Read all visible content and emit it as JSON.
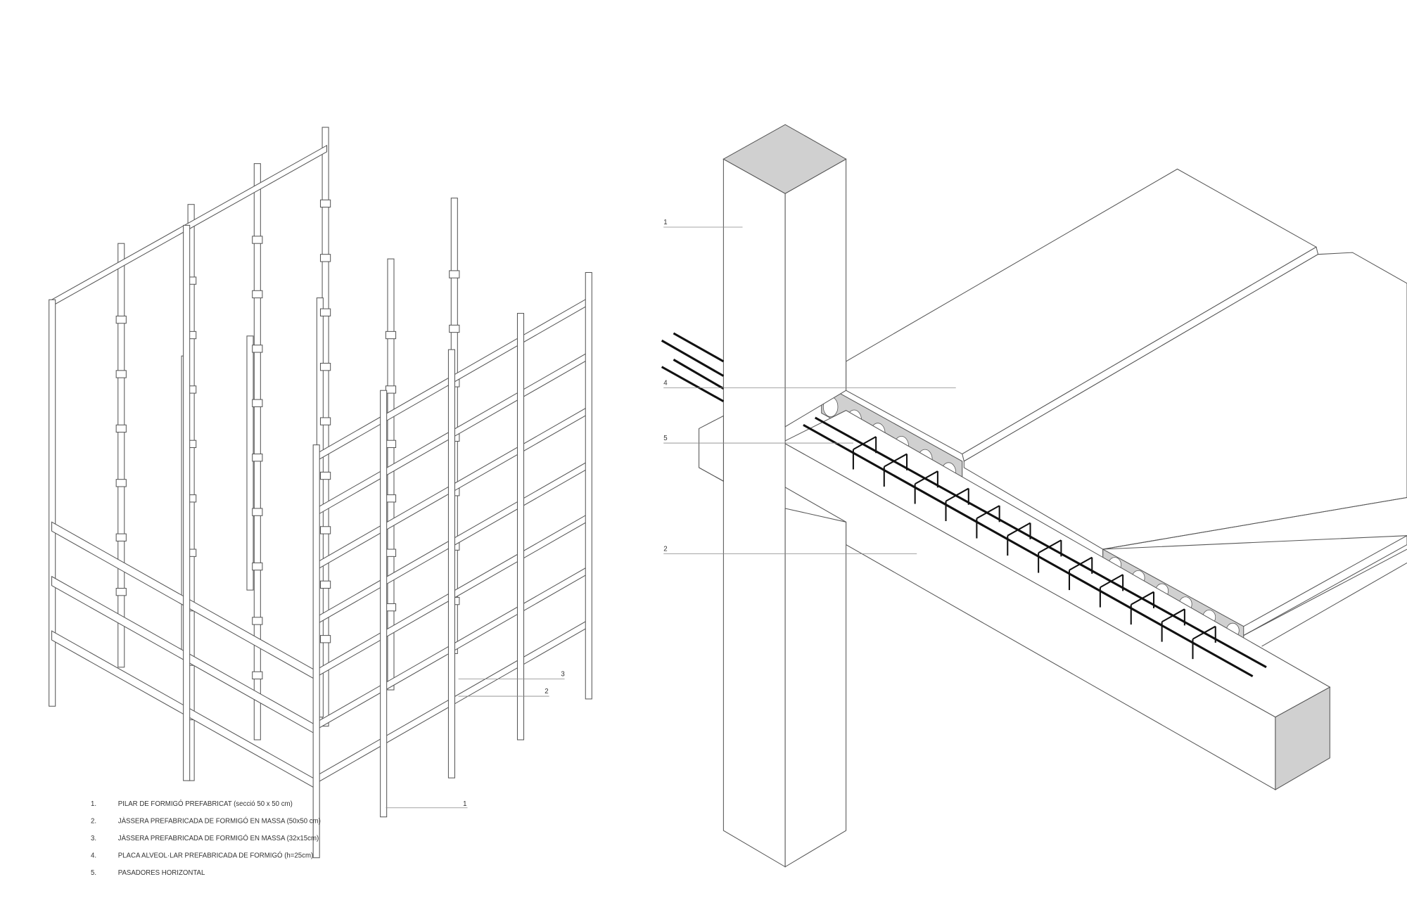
{
  "legend": [
    {
      "num": "1.",
      "text": "PILAR DE FORMIGÓ PREFABRICAT (secció 50 x 50 cm)"
    },
    {
      "num": "2.",
      "text": "JÀSSERA PREFABRICADA DE FORMIGÓ EN MASSA (50x50 cm)"
    },
    {
      "num": "3.",
      "text": "JÀSSERA PREFABRICADA DE FORMIGÓ EN MASSA (32x15cm)"
    },
    {
      "num": "4.",
      "text": "PLACA ALVEOL·LAR PREFABRICADA DE FORMIGÓ (h=25cm)"
    },
    {
      "num": "5.",
      "text": "PASADORES HORIZONTAL"
    }
  ],
  "left_callouts": {
    "c3": "3",
    "c2": "2",
    "c1": "1"
  },
  "right_callouts": {
    "c1": "1",
    "c4": "4",
    "c5": "5",
    "c2": "2"
  },
  "colors": {
    "line": "#555555",
    "section_fill": "#d0d0d0",
    "rebar": "#111111"
  }
}
